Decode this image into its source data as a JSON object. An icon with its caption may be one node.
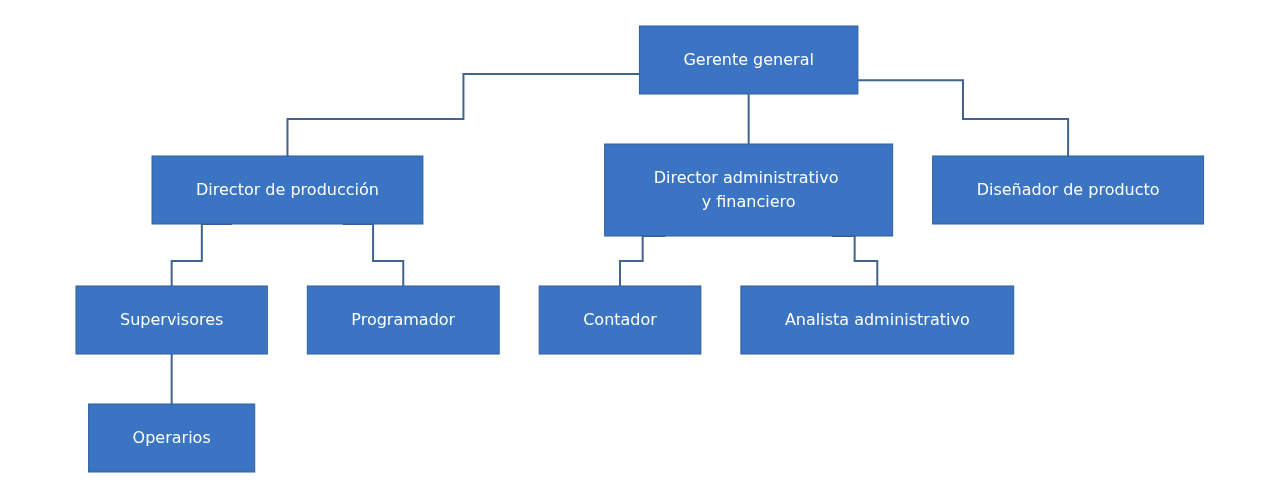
{
  "diagram": {
    "nodes": [
      {
        "text": [
          "Gerente general"
        ]
      },
      {
        "text": [
          "Director de producción"
        ]
      },
      {
        "text": [
          "Director administrativo y financiero"
        ]
      },
      {
        "text": [
          "Supervisores"
        ]
      },
      {
        "text": [
          "Programador"
        ]
      },
      {
        "text": [
          "Diseñador de producto"
        ]
      },
      {
        "text": [
          "Contador"
        ]
      },
      {
        "text": [
          "Analista administrativo"
        ]
      },
      {
        "text": [
          "Operarios"
        ]
      }
    ],
    "edges": [
      {
        "from": 0,
        "to": 1,
        "arrow": "none"
      },
      {
        "from": 0,
        "to": 2,
        "arrow": "none"
      },
      {
        "from": 0,
        "to": 5,
        "arrow": "none"
      },
      {
        "from": 1,
        "to": 3,
        "arrow": "none"
      },
      {
        "from": 1,
        "to": 4,
        "arrow": "none"
      },
      {
        "from": 3,
        "to": 8,
        "arrow": "none"
      },
      {
        "from": 2,
        "to": 6,
        "arrow": "none"
      },
      {
        "from": 2,
        "to": 7,
        "arrow": "none"
      }
    ]
  }
}
